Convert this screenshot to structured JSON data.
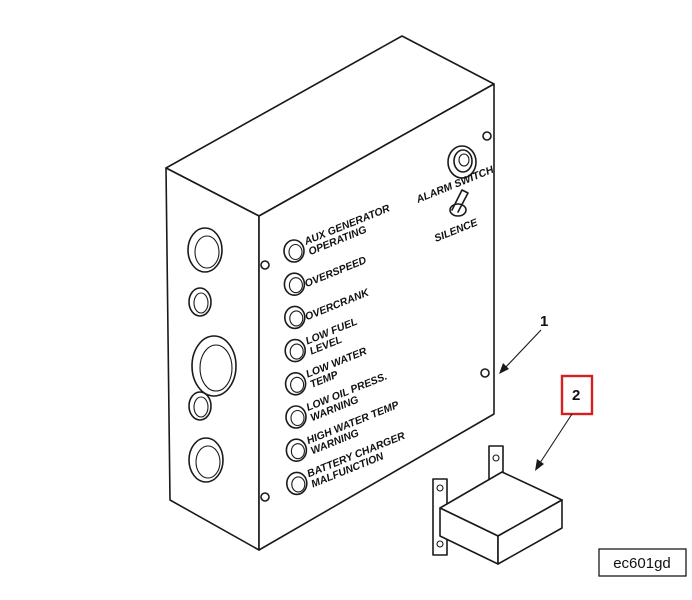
{
  "panel": {
    "switch_top_label": "ALARM SWITCH",
    "switch_bottom_label": "SILENCE",
    "indicators": [
      [
        "AUX GENERATOR",
        "OPERATING"
      ],
      [
        "OVERSPEED"
      ],
      [
        "OVERCRANK"
      ],
      [
        "LOW FUEL",
        "LEVEL"
      ],
      [
        "LOW WATER",
        "TEMP"
      ],
      [
        "LOW OIL PRESS.",
        "WARNING"
      ],
      [
        "HIGH WATER TEMP",
        "WARNING"
      ],
      [
        "BATTERY CHARGER",
        "MALFUNCTION"
      ]
    ]
  },
  "callouts": {
    "item1": "1",
    "item2": "2"
  },
  "figure_code": "ec601gd",
  "colors": {
    "line": "#1a1a1a",
    "highlight_box": "#d42020"
  }
}
